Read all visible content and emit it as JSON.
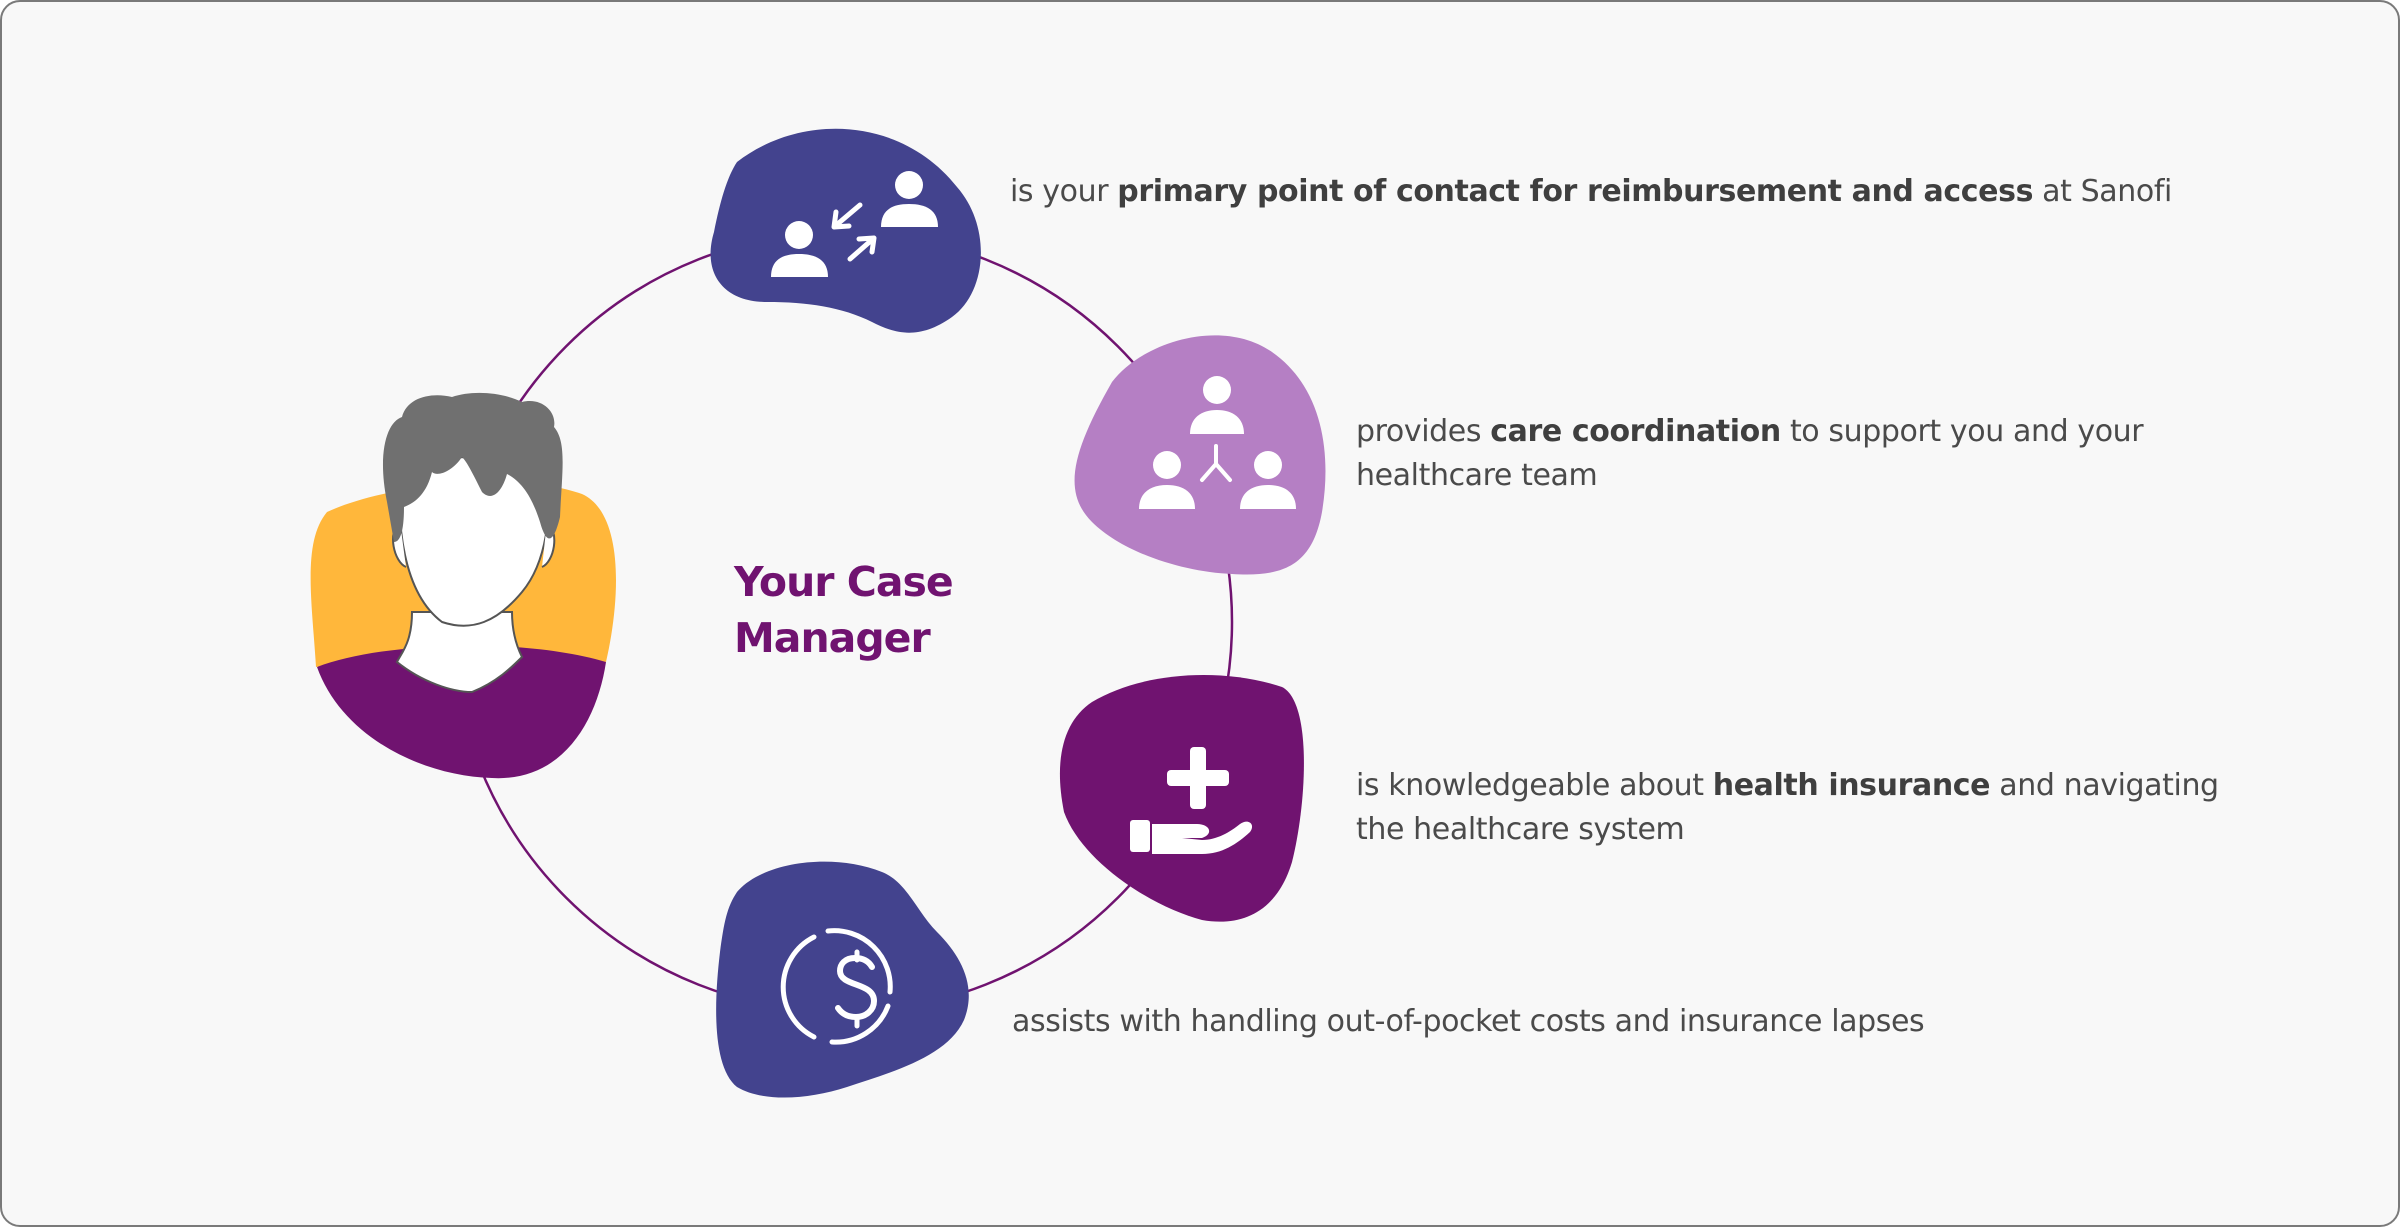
{
  "title": {
    "line1": "Your Case",
    "line2": "Manager"
  },
  "colors": {
    "navy": "#43438E",
    "lavender": "#B57FC4",
    "plum": "#701370",
    "gold": "#FFB73B",
    "hair": "#707070",
    "ring": "#701370",
    "text": "#4a4a4a"
  },
  "icons": {
    "contact": "two-people-exchange-arrows-icon",
    "coordination": "three-people-network-icon",
    "insurance": "hand-with-plus-icon",
    "costs": "dollar-circle-icon",
    "avatar": "person-avatar-icon"
  },
  "items": [
    {
      "pre": "is your ",
      "bold": "primary point of contact for reimbursement and access",
      "post": " at Sanofi"
    },
    {
      "pre": "provides ",
      "bold": "care coordination",
      "post": " to support you and your",
      "line2": "healthcare team"
    },
    {
      "pre": "is knowledgeable about ",
      "bold": "health insurance",
      "post": " and navigating",
      "line2": "the healthcare system"
    },
    {
      "text": "assists with handling out-of-pocket costs and insurance lapses"
    }
  ]
}
